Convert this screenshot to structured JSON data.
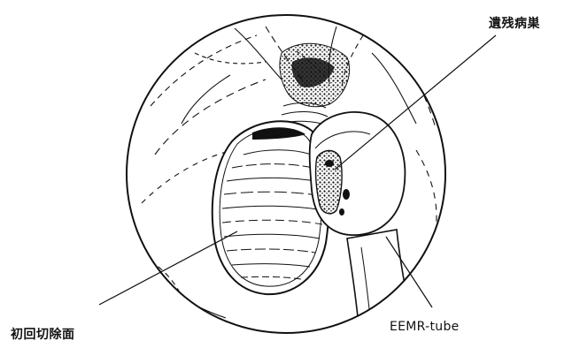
{
  "labels": {
    "residual_lesion": "遺残病巣",
    "first_resection_surface": "初回切除面",
    "tube": "EEMR-tube"
  }
}
